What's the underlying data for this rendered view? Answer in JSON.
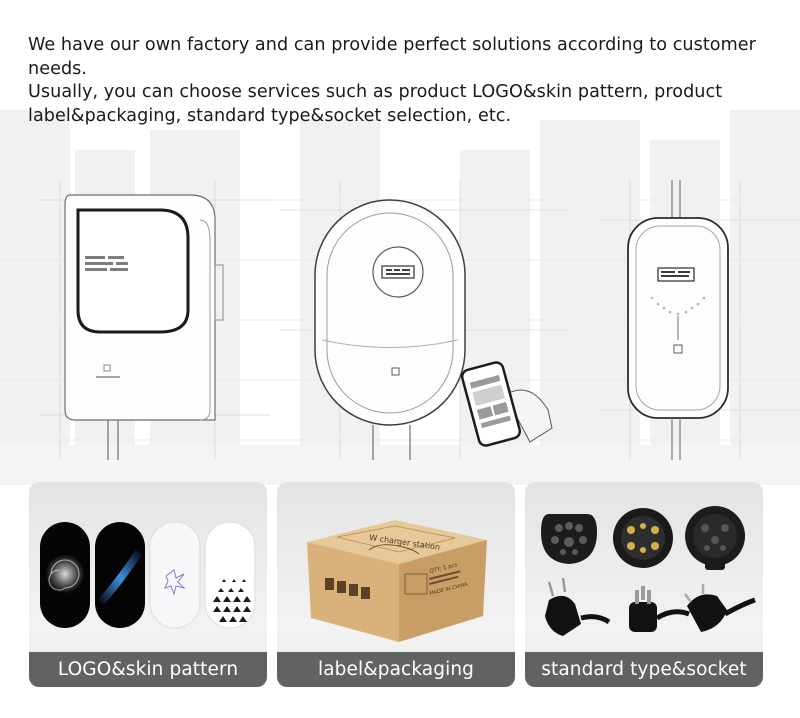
{
  "intro": {
    "line1": "We have our own factory and can provide perfect solutions according to customer needs.",
    "line2": "Usually, you can choose services such as product LOGO&skin pattern, product label&packaging, standard type&socket selection, etc."
  },
  "products": {
    "left_charger_icon": "square-wallbox-charger-icon",
    "middle_charger_icon": "oval-wallbox-charger-icon",
    "right_charger_icon": "capsule-wallbox-charger-icon",
    "phone_icon": "smartphone-app-icon"
  },
  "box_print": {
    "brand": "W charger station",
    "qty": "QTY: 1 pcs",
    "made_in": "MADE IN CHINA"
  },
  "cards": [
    {
      "label": "LOGO&skin pattern",
      "icon": "skin-panels-icon"
    },
    {
      "label": "label&packaging",
      "icon": "packaging-box-icon"
    },
    {
      "label": "standard type&socket",
      "icon": "connector-plugs-icon"
    }
  ],
  "colors": {
    "label_bar": "#626262",
    "card_bg": "#ececec",
    "text": "#1a1a1a"
  }
}
